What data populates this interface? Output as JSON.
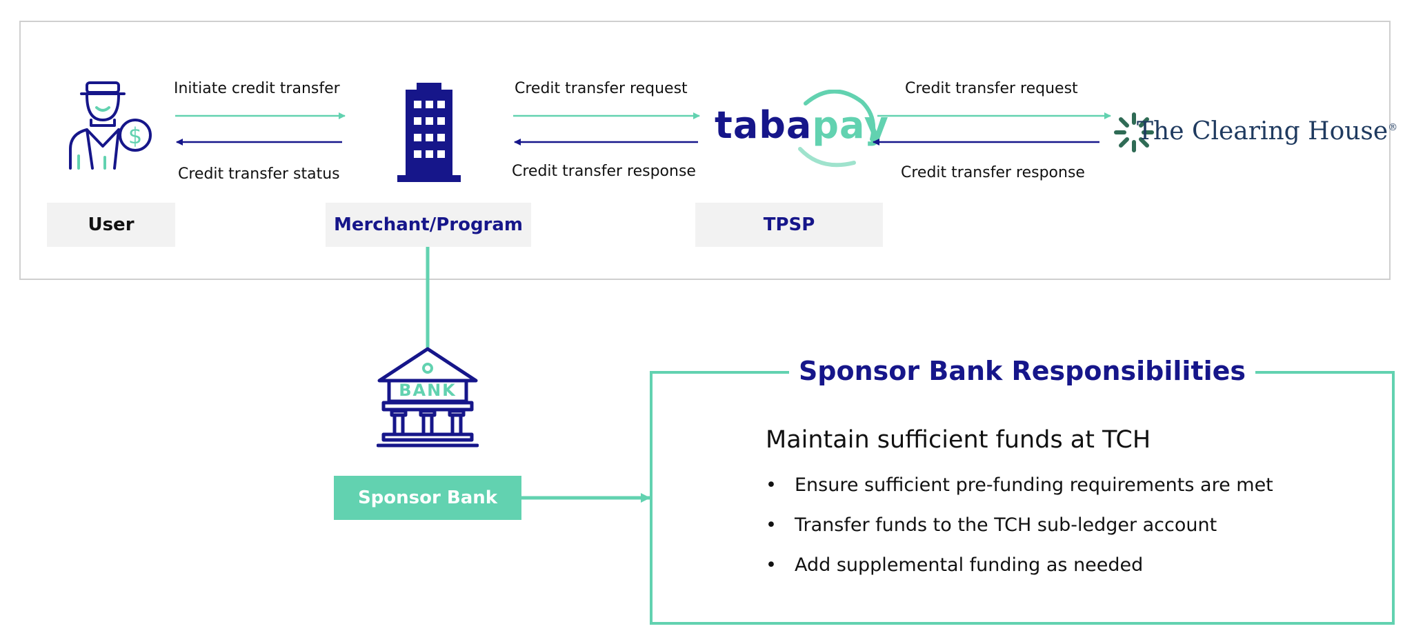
{
  "colors": {
    "navy": "#16168a",
    "teal": "#62d2b0",
    "tch_green": "#2f6b55",
    "tch_text": "#1f3a5f"
  },
  "flows": {
    "user_merchant": {
      "forward": "Initiate credit transfer",
      "back": "Credit transfer status"
    },
    "merchant_tpsp": {
      "forward": "Credit transfer request",
      "back": "Credit transfer response"
    },
    "tpsp_tch": {
      "forward": "Credit transfer request",
      "back": "Credit transfer response"
    }
  },
  "roles": {
    "user": "User",
    "merchant": "Merchant/Program",
    "tpsp": "TPSP",
    "sponsor_bank": "Sponsor Bank"
  },
  "icons": {
    "user": "user-money-icon",
    "merchant": "office-building-icon",
    "bank": "bank-building-icon",
    "tch": "tch-star-logo"
  },
  "logos": {
    "tabapay_dark": "taba",
    "tabapay_light": "pay",
    "tch": "The Clearing House",
    "tch_mark": "®",
    "bank_word": "BANK"
  },
  "responsibilities": {
    "title": "Sponsor Bank Responsibilities",
    "heading": "Maintain sufficient funds at TCH",
    "bullet_char": "•",
    "items": [
      "Ensure sufficient pre-funding requirements are met",
      "Transfer funds to the TCH sub-ledger account",
      "Add supplemental funding as needed"
    ]
  }
}
